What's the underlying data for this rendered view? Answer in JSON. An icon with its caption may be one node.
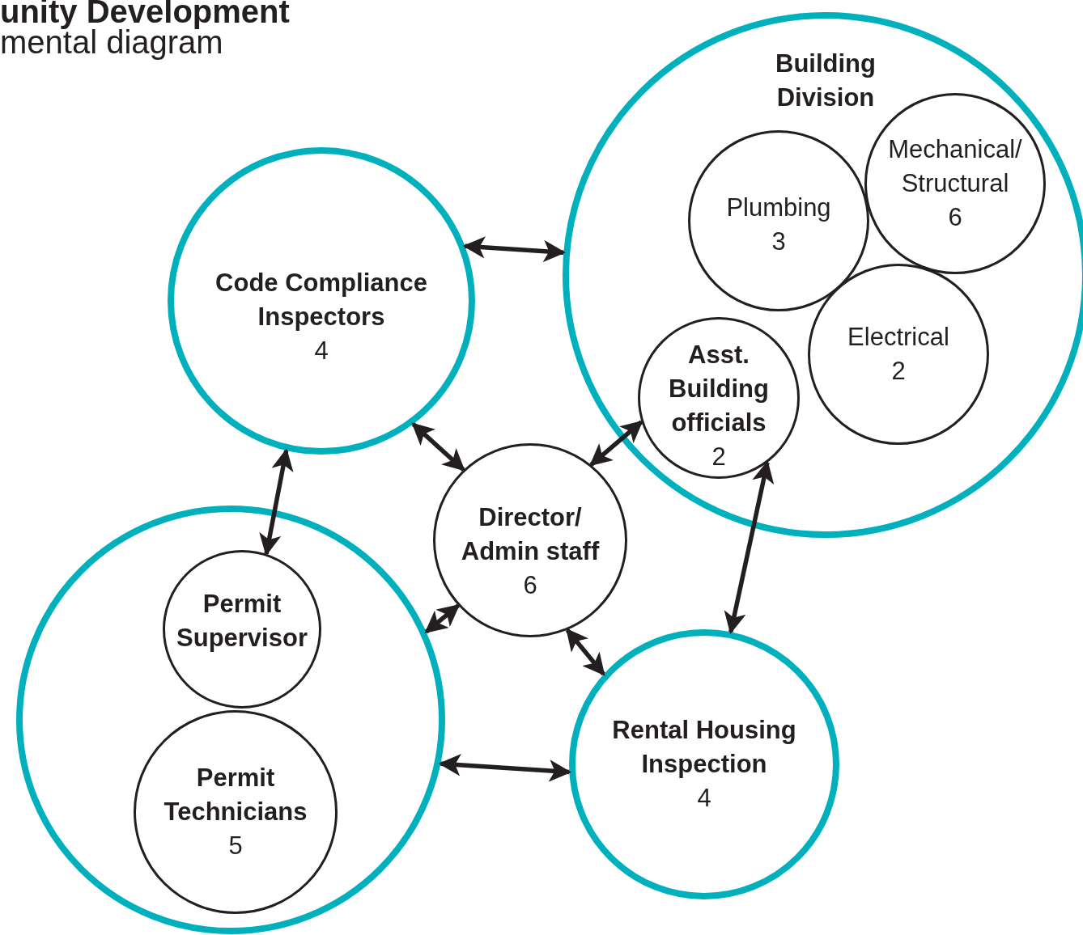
{
  "diagram": {
    "nodes": [
      {
        "text": [
          "Code Compliance Inspectors",
          "4"
        ]
      },
      {
        "text": [
          "Building Division"
        ]
      },
      {
        "text": [
          "Plumbing",
          "3"
        ],
        "in": 1
      },
      {
        "text": [
          "Mechanical/ Structural",
          "6"
        ],
        "in": 1
      },
      {
        "text": [
          "Electrical",
          "2"
        ],
        "in": 1
      },
      {
        "text": [
          "Asst. Building officials",
          "2"
        ],
        "in": 1
      },
      {
        "text": [],
        "shape": "circle"
      },
      {
        "text": [
          "Permit Supervisor"
        ],
        "in": 6
      },
      {
        "text": [
          "Permit Technicians",
          "5"
        ],
        "in": 6
      },
      {
        "text": [
          "Director/ Admin staff",
          "6"
        ]
      },
      {
        "text": [
          "Rental Housing Inspection",
          "4"
        ]
      }
    ],
    "edges": [
      {
        "from": 0,
        "to": 1,
        "arrow": "both"
      },
      {
        "from": 0,
        "to": 9,
        "arrow": "both"
      },
      {
        "from": 0,
        "to": 7,
        "arrow": "both"
      },
      {
        "from": 5,
        "to": 9,
        "arrow": "both"
      },
      {
        "from": 9,
        "to": 6,
        "arrow": "both"
      },
      {
        "from": 9,
        "to": 10,
        "arrow": "both"
      },
      {
        "from": 5,
        "to": 10,
        "arrow": "both"
      },
      {
        "from": 6,
        "to": 10,
        "arrow": "both"
      }
    ],
    "labels": [
      "unity Development",
      "mental diagram"
    ]
  }
}
